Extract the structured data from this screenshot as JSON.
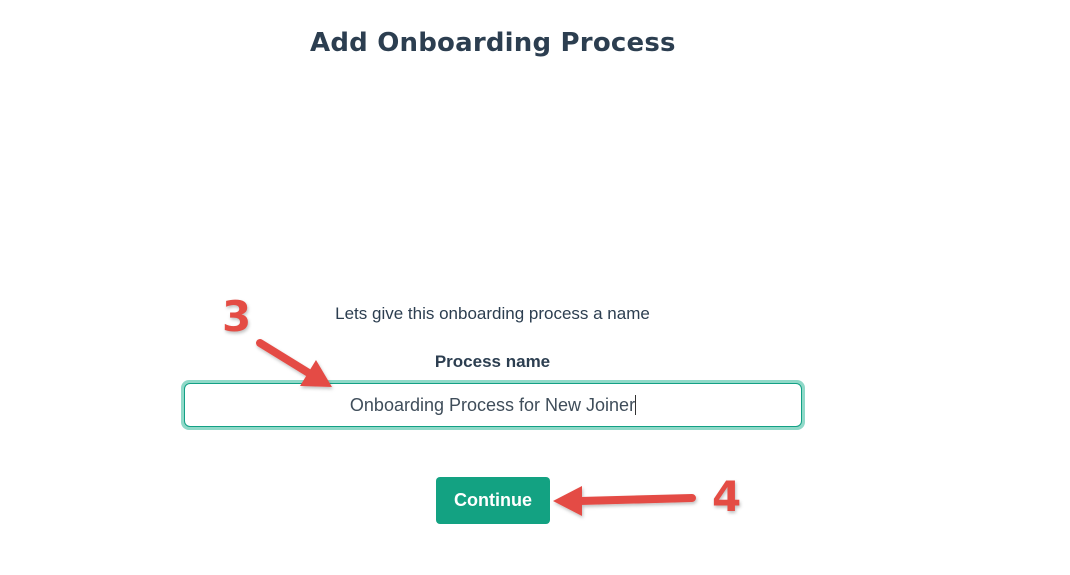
{
  "page": {
    "title": "Add Onboarding Process",
    "subtitle": "Lets give this onboarding process a name"
  },
  "form": {
    "process_name_label": "Process name",
    "process_name_value": "Onboarding Process for New Joiner",
    "continue_label": "Continue"
  },
  "annotations": {
    "step_3": "3",
    "step_4": "4",
    "color": "#e44c44"
  },
  "colors": {
    "accent": "#13a282",
    "input_focus_ring": "#8fd9c8",
    "text": "#2c3e50"
  }
}
